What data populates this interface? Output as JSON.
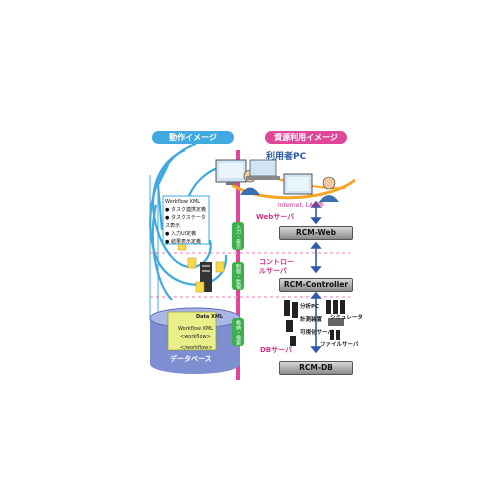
{
  "headers": {
    "left": "動作イメージ",
    "right": "資源利用イメージ"
  },
  "user_pc_label": "利用者PC",
  "internet_label": "Internet, LAN等",
  "web_server_label": "Webサーバ",
  "control_server_label": "コントロールサーバ",
  "db_server_label": "DBサーバ",
  "servers": {
    "web": "RCM-Web",
    "controller": "RCM-Controller",
    "db": "RCM-DB"
  },
  "resources": [
    "分析PC",
    "計測装置",
    "可視化サーバ",
    "シミュレータ",
    "ファイルサーバ"
  ],
  "workflow_box": {
    "title": "Workflow XML",
    "items": [
      "タスク連携定義",
      "タスクステータス表示",
      "入力UI定義",
      "結果表示定義"
    ]
  },
  "tags": {
    "input": "入力・表示",
    "control": "制御・監視",
    "store": "格納・検索"
  },
  "database": {
    "label": "データベース",
    "doc_title": "Data XML",
    "doc_sub": "Workflow XML",
    "doc_tag": "<workflow>",
    "doc_end": "</workflow>"
  },
  "colors": {
    "left_header": "#3fa9e0",
    "right_header": "#e0479a",
    "flow_blue": "#3fa9e0",
    "flow_orange": "#f5a623",
    "magenta": "#e0479a",
    "green_tag": "#3cb04a"
  }
}
